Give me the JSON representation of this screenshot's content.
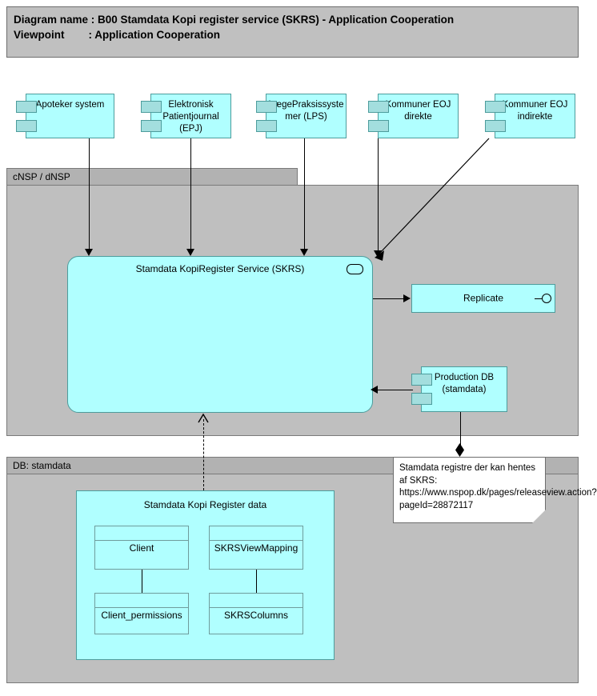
{
  "header": {
    "line1": "Diagram name : B00 Stamdata Kopi register service (SKRS) - Application Cooperation",
    "line2": "Viewpoint        : Application Cooperation"
  },
  "colors": {
    "component_fill": "#b0ffff",
    "component_border": "#4d9c9c",
    "component_tab": "#a3dede",
    "group_fill": "#bfbfbf",
    "group_tab": "#b2b2b2",
    "header_fill": "#c0c0c0",
    "note_fill": "#ffffff",
    "line": "#000000"
  },
  "consumers": [
    {
      "label": "Apoteker system"
    },
    {
      "label": "Elektronisk Patientjournal (EPJ)"
    },
    {
      "label": "LægePraksissyste mer (LPS)"
    },
    {
      "label": "Kommuner EOJ direkte"
    },
    {
      "label": "Kommuner EOJ indirekte"
    }
  ],
  "groups": {
    "nsp": {
      "label": "cNSP / dNSP"
    },
    "db": {
      "label": "DB: stamdata"
    }
  },
  "service": {
    "label": "Stamdata KopiRegister Service (SKRS)",
    "interface_icon": "provided-interface-oval"
  },
  "replicate": {
    "label": "Replicate",
    "interface_icon": "lollipop-provided-interface"
  },
  "production_db": {
    "label": "Production DB (stamdata)"
  },
  "data_container": {
    "title": "Stamdata Kopi Register data",
    "tables": [
      {
        "name": "Client"
      },
      {
        "name": "SKRSViewMapping"
      },
      {
        "name": "Client_permissions"
      },
      {
        "name": "SKRSColumns"
      }
    ]
  },
  "note": {
    "text": "Stamdata registre der kan hentes af SKRS: https://www.nspop.dk/pages/releaseview.action?pageId=28872117"
  }
}
